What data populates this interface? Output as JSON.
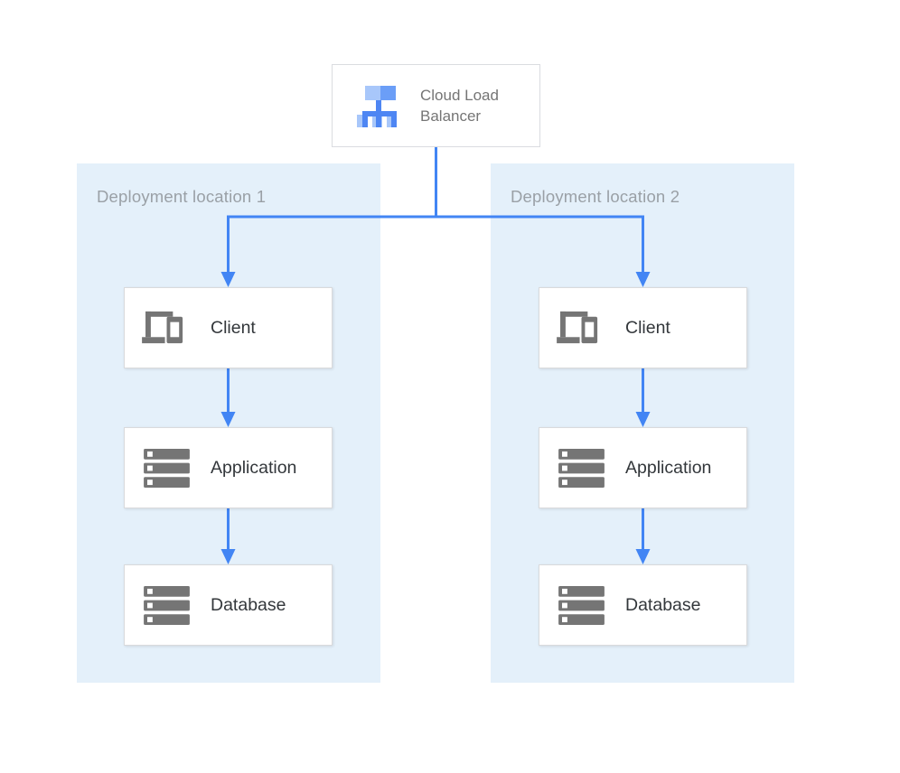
{
  "load_balancer": {
    "label": "Cloud Load Balancer",
    "icon": "load-balancer-icon"
  },
  "zones": [
    {
      "label": "Deployment location 1",
      "nodes": [
        {
          "label": "Client",
          "icon": "devices-icon"
        },
        {
          "label": "Application",
          "icon": "server-stack-icon"
        },
        {
          "label": "Database",
          "icon": "server-stack-icon"
        }
      ]
    },
    {
      "label": "Deployment location 2",
      "nodes": [
        {
          "label": "Client",
          "icon": "devices-icon"
        },
        {
          "label": "Application",
          "icon": "server-stack-icon"
        },
        {
          "label": "Database",
          "icon": "server-stack-icon"
        }
      ]
    }
  ],
  "colors": {
    "connector_blue": "#4285F4",
    "zone_background": "#E4F0FA",
    "zone_label_gray": "#9AA0A6",
    "node_icon_gray": "#757575",
    "node_text": "#33373B",
    "lb_text_gray": "#757575",
    "lb_icon_light_blue": "#A8C7FA",
    "lb_icon_medium_blue": "#6B9EF7",
    "lb_icon_dark_blue": "#4E86F3",
    "box_border": "#DADCE0"
  }
}
